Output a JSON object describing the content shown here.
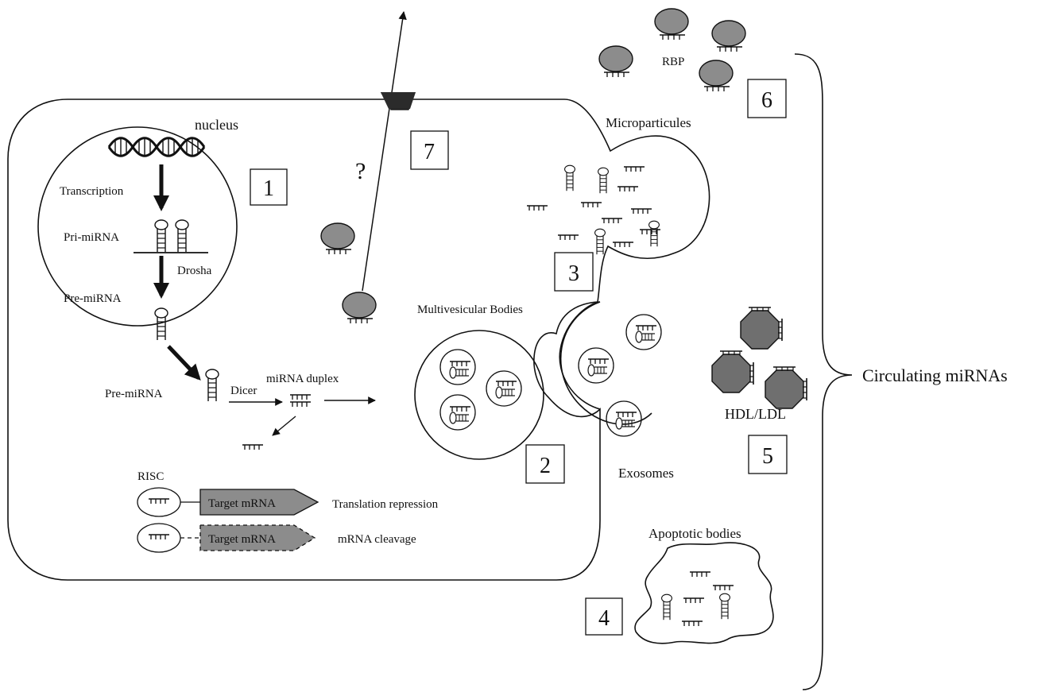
{
  "labels": {
    "nucleus": "nucleus",
    "transcription": "Transcription",
    "pri_mirna": "Pri-miRNA",
    "drosha": "Drosha",
    "pre_mirna_nuclear": "Pre-miRNA",
    "pre_mirna_cyto": "Pre-miRNA",
    "dicer": "Dicer",
    "mirna_duplex": "miRNA duplex",
    "risc": "RISC",
    "target_mrna_1": "Target mRNA",
    "target_mrna_2": "Target mRNA",
    "translation_repression": "Translation repression",
    "mrna_cleavage": "mRNA cleavage",
    "question": "?",
    "multivesicular_bodies": "Multivesicular Bodies",
    "microparticules": "Microparticules",
    "exosomes": "Exosomes",
    "apoptotic_bodies": "Apoptotic bodies",
    "rbp": "RBP",
    "hdl_ldl": "HDL/LDL",
    "circulating_mirnas": "Circulating miRNAs"
  },
  "numbered_boxes": [
    "1",
    "2",
    "3",
    "4",
    "5",
    "6",
    "7"
  ],
  "colors": {
    "protein_fill": "#8c8c8c",
    "lipoprotein_fill": "#6f6f6f",
    "channel_fill": "#2b2b2b",
    "target_fill": "#8c8c8c",
    "stroke": "#111111"
  },
  "icons": [
    "dna-double-helix-icon",
    "hairpin-icon",
    "mirna-duplex-icon",
    "protein-icon",
    "lipoprotein-icon",
    "channel-icon"
  ]
}
